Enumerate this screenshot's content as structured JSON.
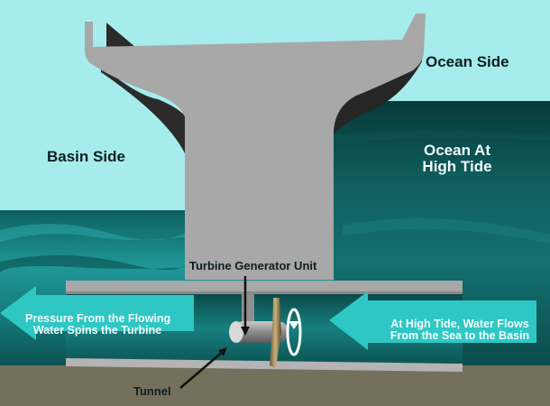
{
  "diagram": {
    "subject": "Tidal barrage turbine operation at high tide",
    "labels": {
      "ocean_side": "Ocean Side",
      "basin_side": "Basin Side",
      "ocean_high_tide_line1": "Ocean At",
      "ocean_high_tide_line2": "High Tide",
      "turbine_unit": "Turbine Generator Unit",
      "tunnel": "Tunnel",
      "left_arrow_line1": "Pressure From the Flowing",
      "left_arrow_line2": "Water Spins the Turbine",
      "right_arrow_line1": "At High Tide, Water Flows",
      "right_arrow_line2": "From the Sea to the Basin"
    },
    "colors": {
      "sky": "#a6ecec",
      "basin_water": "#1b8a8a",
      "ocean_water": "#0f5f5e",
      "concrete": "#a8a8a8",
      "shadow": "#2b2b2b",
      "seabed": "#75705c",
      "flow_arrow": "#2fc7c4",
      "label_dark": "#0d1e20",
      "label_light": "#f2fbfb"
    }
  }
}
